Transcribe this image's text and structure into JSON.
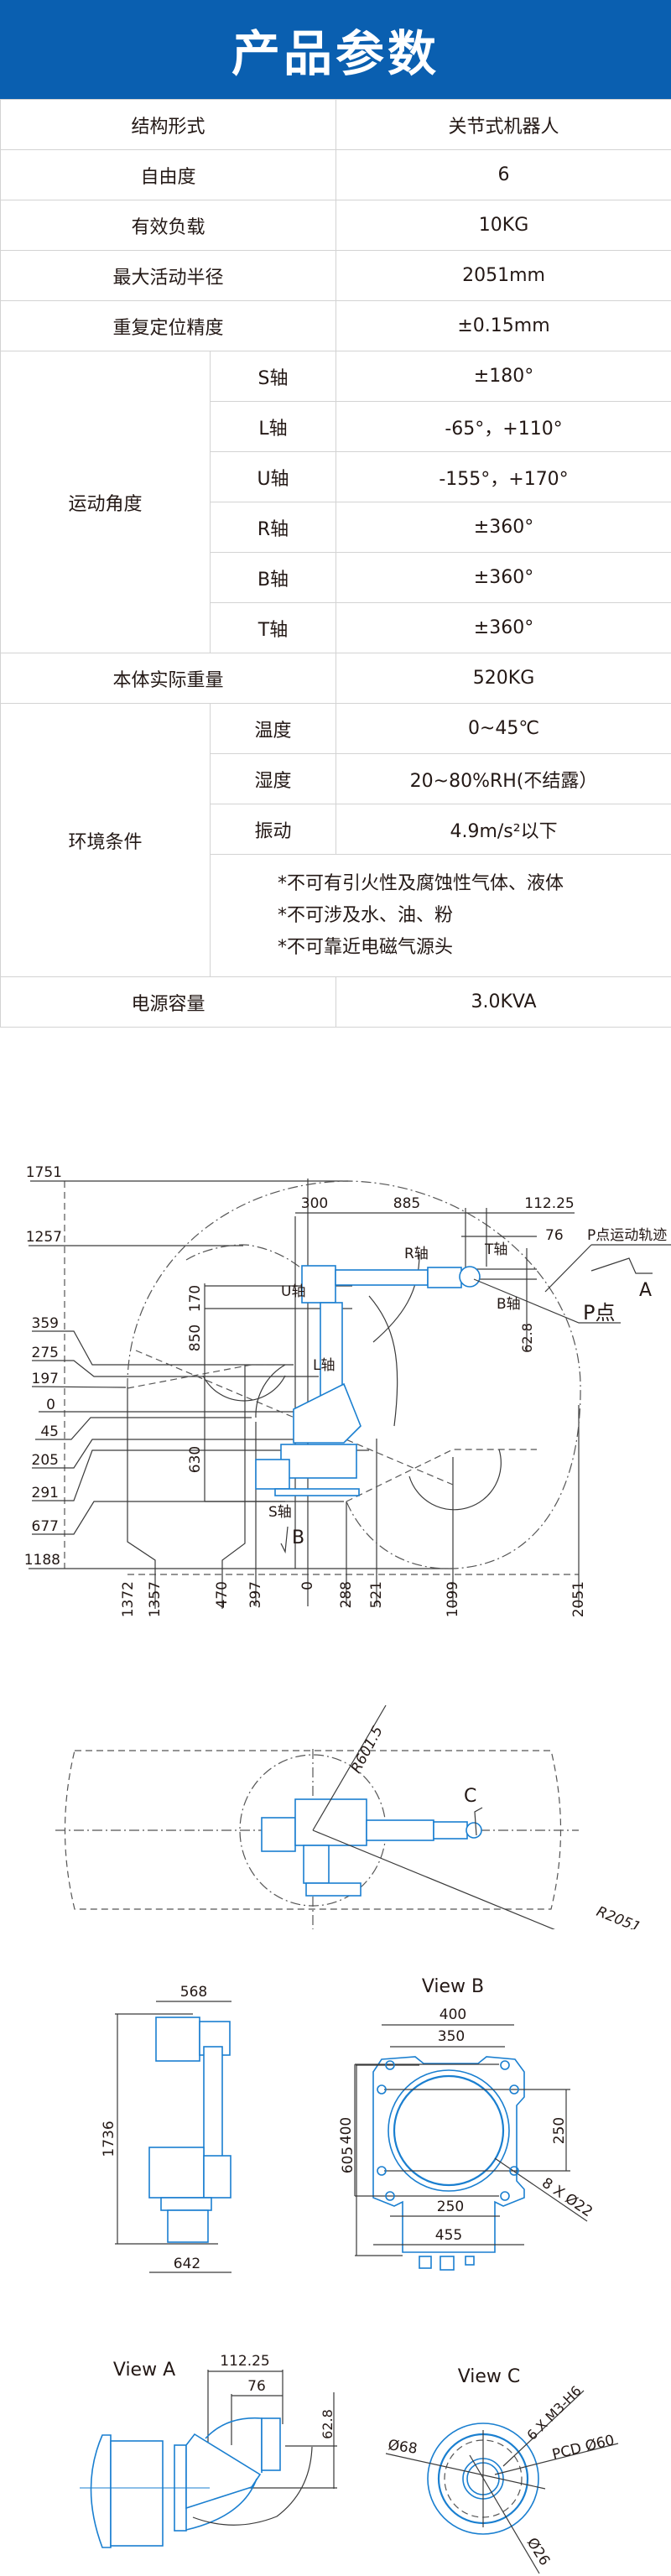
{
  "header": {
    "title": "产品参数",
    "bg_color": "#0a5fb0"
  },
  "spec_table": {
    "structure": {
      "label": "结构形式",
      "value": "关节式机器人"
    },
    "dof": {
      "label": "自由度",
      "value": "6"
    },
    "payload": {
      "label": "有效负载",
      "value": "10KG"
    },
    "max_reach": {
      "label": "最大活动半径",
      "value": "2051mm"
    },
    "repeatability": {
      "label": "重复定位精度",
      "value": "±0.15mm"
    },
    "motion_range": {
      "label": "运动角度",
      "axes": [
        {
          "axis": "S轴",
          "value": "±180°"
        },
        {
          "axis": "L轴",
          "value": "-65°，+110°"
        },
        {
          "axis": "U轴",
          "value": "-155°，+170°"
        },
        {
          "axis": "R轴",
          "value": "±360°"
        },
        {
          "axis": "B轴",
          "value": "±360°"
        },
        {
          "axis": "T轴",
          "value": "±360°"
        }
      ]
    },
    "weight": {
      "label": "本体实际重量",
      "value": "520KG"
    },
    "environment": {
      "label": "环境条件",
      "items": [
        {
          "name": "温度",
          "value": "0~45℃"
        },
        {
          "name": "湿度",
          "value": "20~80%RH(不结露）"
        },
        {
          "name": "振动",
          "value": "4.9m/s²以下"
        }
      ],
      "notes": [
        "*不可有引火性及腐蚀性气体、液体",
        "*不可涉及水、油、粉",
        "*不可靠近电磁气源头"
      ]
    },
    "power": {
      "label": "电源容量",
      "value": "3.0KVA"
    }
  },
  "side_view": {
    "y_labels": [
      "1751",
      "1257",
      "359",
      "275",
      "197",
      "0",
      "45",
      "205",
      "291",
      "677",
      "1188"
    ],
    "x_labels": [
      "1372",
      "1357",
      "470",
      "397",
      "0",
      "288",
      "521",
      "1099",
      "2051"
    ],
    "dims": {
      "d300": "300",
      "d885": "885",
      "d112": "112.25",
      "d76": "76",
      "d850": "850",
      "d170": "170",
      "d630": "630",
      "d628": "62.8"
    },
    "axis_labels": {
      "u": "U轴",
      "l": "L轴",
      "r": "R轴",
      "t": "T轴",
      "b": "B轴",
      "s": "S轴"
    },
    "p_trajectory": "P点运动轨迹",
    "p_point": "P点",
    "view_a_marker": "A",
    "view_b_marker": "B"
  },
  "top_view": {
    "r_inner": "R601.5",
    "r_outer": "R2051",
    "view_c_marker": "C"
  },
  "front_view": {
    "top_width": "568",
    "height": "1736",
    "base_width": "642"
  },
  "view_b": {
    "title": "View B",
    "w400": "400",
    "w350": "350",
    "h400": "400",
    "h605": "605",
    "h250": "250",
    "w250": "250",
    "w455": "455",
    "holes": "8 X Ø22"
  },
  "view_a": {
    "title": "View A",
    "d112": "112.25",
    "d76": "76",
    "d628": "62.8"
  },
  "view_c": {
    "title": "View C",
    "d68": "Ø68",
    "holes": "6 X M3-H6",
    "pcd": "PCD Ø60",
    "d26": "Ø26"
  }
}
